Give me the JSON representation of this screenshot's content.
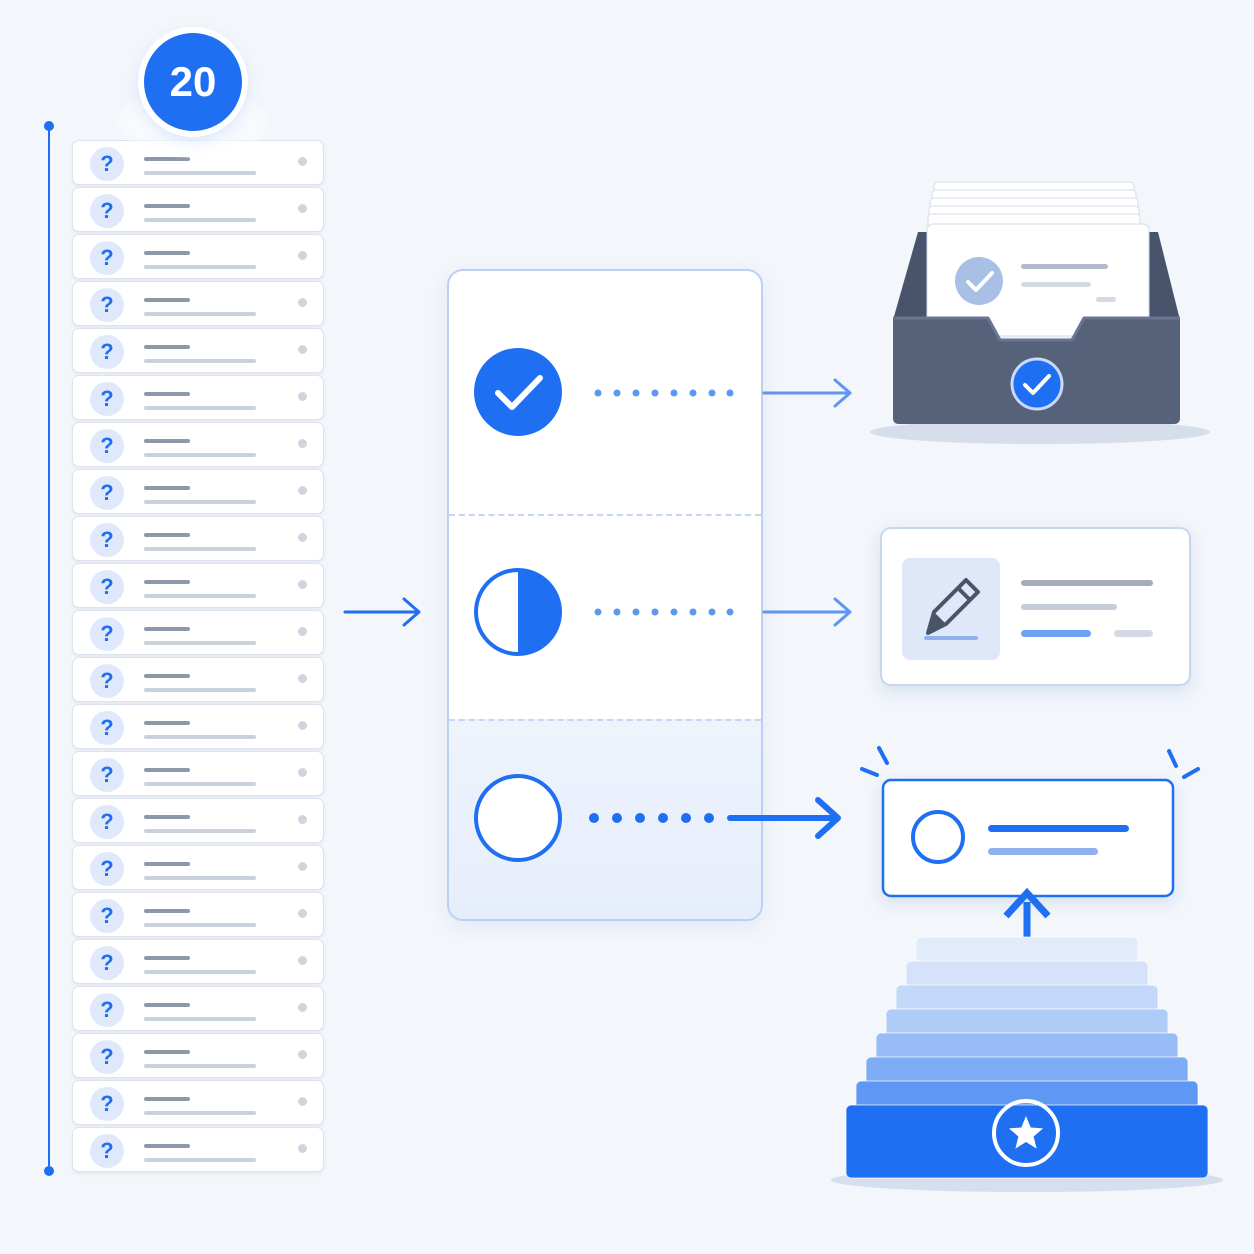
{
  "queue": {
    "count": "20",
    "item_icon": "question-icon",
    "item_glyph": "?",
    "items": 22
  },
  "triage": {
    "rows": [
      {
        "status": "done",
        "icon": "check-circle-icon"
      },
      {
        "status": "partial",
        "icon": "half-circle-icon"
      },
      {
        "status": "open",
        "icon": "empty-circle-icon"
      }
    ]
  },
  "outcomes": {
    "archive": {
      "icon": "inbox-tray-icon"
    },
    "edit": {
      "icon": "pencil-icon"
    },
    "highlight": {
      "icon": "empty-circle-icon"
    },
    "levels": {
      "icon": "star-icon",
      "steps": 8
    }
  },
  "colors": {
    "accent": "#1f6ff2",
    "background": "#f3f6fb",
    "tray": "#56627a",
    "muted": "#c9d1dd"
  }
}
